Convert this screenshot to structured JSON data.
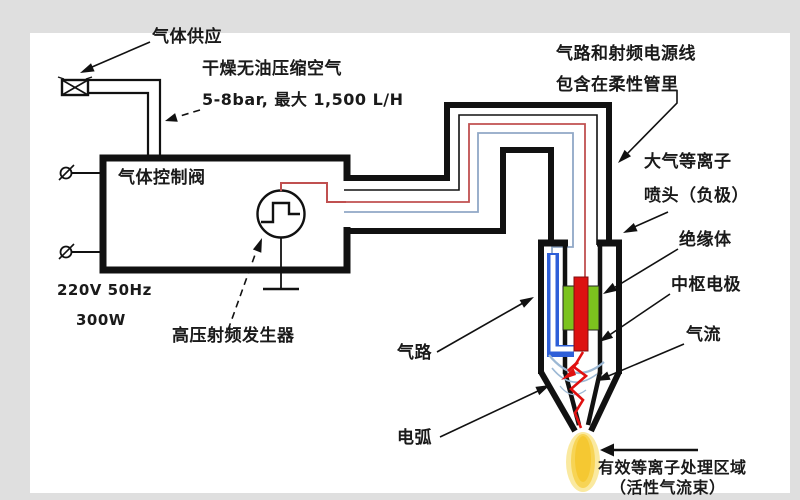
{
  "diagram": {
    "type": "schematic",
    "subject": "atmospheric-plasma-system",
    "labels": {
      "gas_supply": "气体供应",
      "dry_air": "干燥无油压缩空气",
      "pressure": "5-8bar, 最大 1,500 L/H",
      "valve_box": "气体控制阀",
      "power_voltage": "220V 50Hz",
      "power_watt": "300W",
      "rf_generator": "高压射频发生器",
      "tube_line1": "气路和射频电源线",
      "tube_line2": "包含在柔性管里",
      "plasma_head_line1": "大气等离子",
      "plasma_head_line2": "喷头（负极）",
      "insulator": "绝缘体",
      "central_electrode": "中枢电极",
      "gas_flow": "气流",
      "gas_path": "气路",
      "arc": "电弧",
      "treatment_area_line1": "有效等离子处理区域",
      "treatment_area_line2": "（活性气流束）"
    },
    "colors": {
      "background": "#dfdfdf",
      "canvas": "#ffffff",
      "line_black": "#111111",
      "electrode_red": "#dd1111",
      "insulator_green": "#7cc31e",
      "gas_tube_blue": "#2e5fd8",
      "wire_red": "#c05050",
      "wire_blue": "#90a8c6",
      "arc_red": "#e01010",
      "swirl_blue": "#9cb8d4",
      "plasma_core": "#f5c832",
      "plasma_halo": "#fae9a0"
    }
  }
}
